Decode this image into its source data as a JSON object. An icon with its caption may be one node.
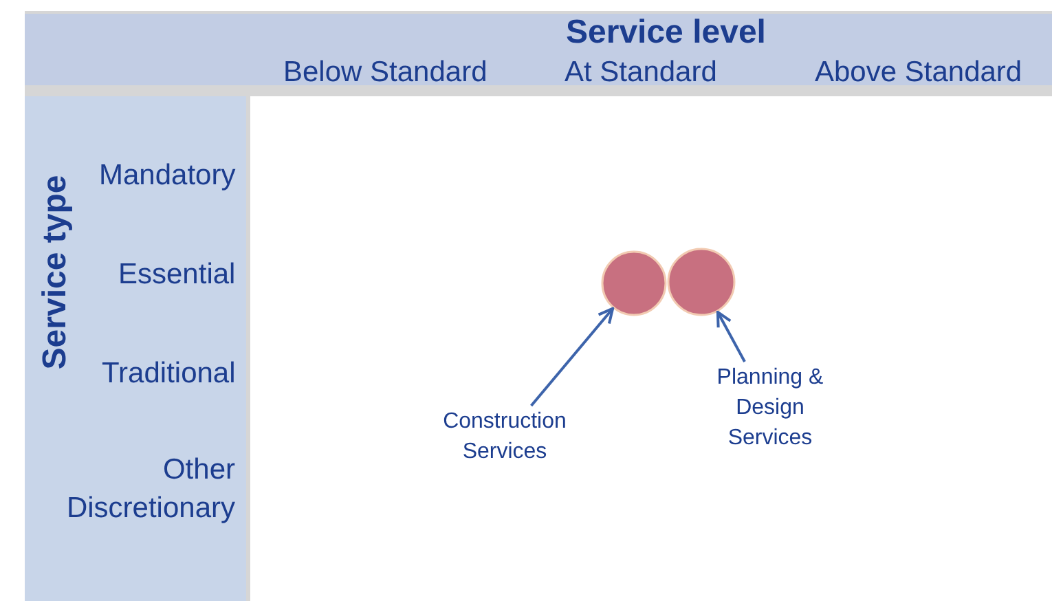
{
  "diagram": {
    "nodes": [
      {
        "text": [],
        "shape": "circle"
      },
      {
        "text": [],
        "shape": "circle"
      },
      {
        "text": [
          "Construction Services"
        ]
      },
      {
        "text": [
          "Planning & Design Services"
        ]
      }
    ],
    "edges": [
      {
        "from": 2,
        "to": 0,
        "arrow": "to"
      },
      {
        "from": 3,
        "to": 1,
        "arrow": "to"
      }
    ],
    "labels": [
      "Service level",
      "Below Standard",
      "At Standard",
      "Above Standard",
      "Service type",
      "Mandatory",
      "Essential",
      "Traditional",
      "Other Discretionary"
    ]
  }
}
